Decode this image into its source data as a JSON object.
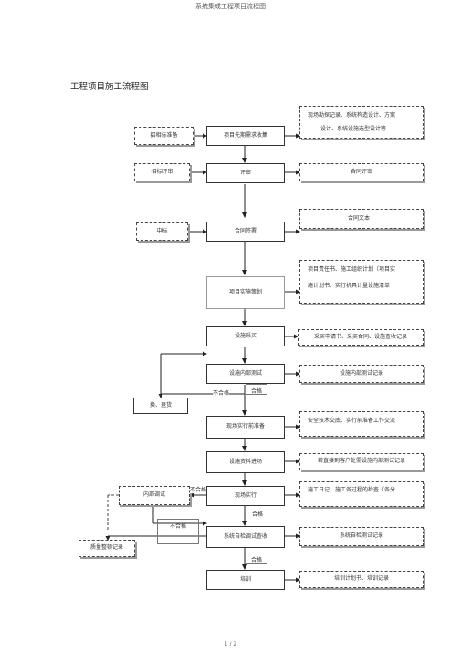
{
  "page": {
    "header": "系统集成工程项目流程图",
    "title": "工程项目施工流程图",
    "footer": "1 / 2"
  },
  "main_steps": [
    "项目先期需求收集",
    "评审",
    "合同签署",
    "项目实施策划",
    "设施采买",
    "设施内部测试",
    "现场实行前准备",
    "设施资料进场",
    "现场实行",
    "系统自检调试查收",
    "培训"
  ],
  "left_boxes": {
    "bid_prep": "招相标准备",
    "bid_review": "招标评审",
    "win_bid": "中标",
    "return_goods": "换、退货",
    "internal_debug": "内部调试",
    "rectify": "质量整顿记录"
  },
  "right_notes": {
    "survey": [
      "现场勘探记录、系统构造设计、方案",
      "设计、系统设施选型设计等"
    ],
    "contract_review": [
      "合同评审"
    ],
    "contract_text": [
      "合同文本"
    ],
    "plan_docs": [
      "项目责任书、施工组织计划（项目实",
      "施计划书、实行机具计量设施清单"
    ],
    "purchase": [
      "采买申请书、采买合同、设施查收记录"
    ],
    "internal_test": [
      "设施内部测试记录"
    ],
    "prep": [
      "安全技术交底、实行前准备工作交流"
    ],
    "entry": [
      "若直接到客户处需设施内部测试记录"
    ],
    "construct": [
      "施工日记、施工各过程的检查（各分"
    ],
    "selfcheck": [
      "系统自检测试记录"
    ],
    "training": [
      "培训计划书、培训记录"
    ]
  },
  "labels": {
    "pass": "合格",
    "fail": "不合格"
  }
}
